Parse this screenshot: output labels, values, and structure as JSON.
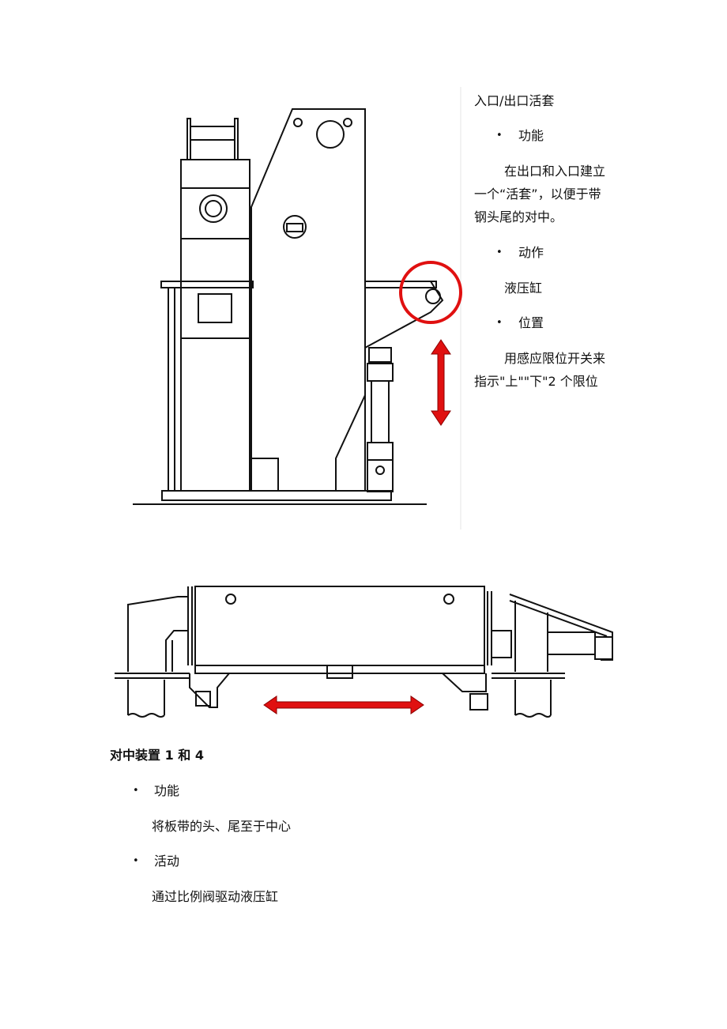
{
  "upper_section": {
    "title": "入口/出口活套",
    "bullets": [
      {
        "marker": "•",
        "label": "功能"
      },
      {
        "marker": "•",
        "label": "动作"
      },
      {
        "marker": "•",
        "label": "位置"
      }
    ],
    "function_text_lines": [
      "在出口和入口建立",
      "一个“活套”，以便于带",
      "钢头尾的对中。"
    ],
    "action_text": "液压缸",
    "position_text_lines": [
      "用感应限位开关来",
      "指示\"上\"\"下\"2 个限位"
    ]
  },
  "lower_section": {
    "title": "对中装置 1 和 4",
    "bullets": [
      {
        "marker": "•",
        "label": "功能"
      },
      {
        "marker": "•",
        "label": "活动"
      }
    ],
    "function_text": "将板带的头、尾至于中心",
    "activity_text": "通过比例阀驱动液压缸"
  },
  "colors": {
    "highlight_red": "#e01010",
    "drawing_line": "#111111"
  },
  "icons": {
    "highlight": "red-circle-icon",
    "vertical_motion": "double-arrow-vertical-icon",
    "horizontal_motion": "double-arrow-horizontal-icon"
  }
}
